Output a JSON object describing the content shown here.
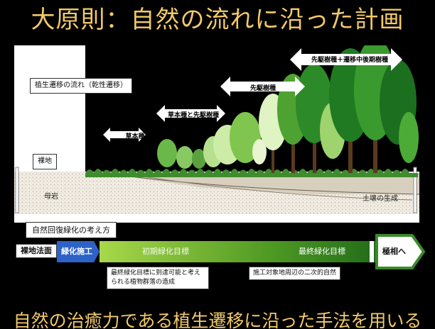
{
  "title": "大原則：自然の流れに沿った計画",
  "bottom_caption": "自然の治癒力である植生遷移に沿った手法を用いる",
  "succession_label": "植生遷移の流れ（乾性遷移）",
  "stages": [
    {
      "label": "草本種"
    },
    {
      "label": "草本種と先駆樹種"
    },
    {
      "label": "先駆樹種"
    },
    {
      "label": "先駆樹種＋遷移中後期樹種"
    }
  ],
  "bare_ground_label": "裸地",
  "bedrock_label": "母岩",
  "soil_label": "土壌の生成",
  "restoration_label": "自然回復緑化の考え方",
  "bar": {
    "start": "裸地法面",
    "step": "緑化施工",
    "initial_goal": "初期緑化目標",
    "final_goal": "最終緑化目標",
    "end": "極相へ"
  },
  "notes": {
    "initial": "最終緑化目標に到達可能と考えられる植物群落の造成",
    "final": "施工対象地周辺の二次的自然"
  },
  "colors": {
    "title": "#f2c96a",
    "bar_green": "#7ab82e",
    "step_blue": "#2d63c8"
  }
}
